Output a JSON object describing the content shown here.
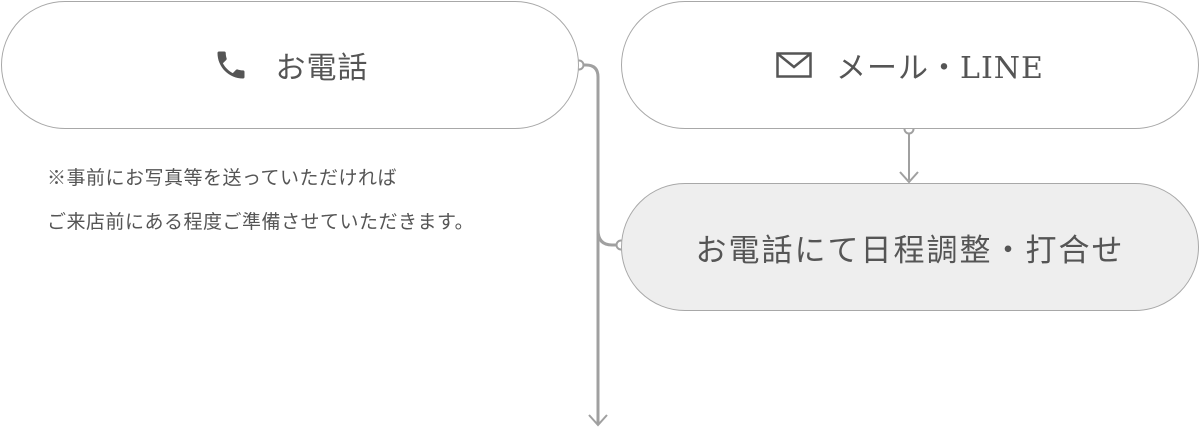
{
  "phone_button": {
    "icon": "phone-icon",
    "label": "お電話"
  },
  "mail_button": {
    "icon": "envelope-icon",
    "label": "メール・LINE"
  },
  "phone_note": {
    "line1": "※事前にお写真等を送っていただければ",
    "line2": "ご来店前にある程度ご準備させていただきます。"
  },
  "schedule_box": {
    "label": "お電話にて日程調整・打合せ"
  },
  "colors": {
    "border": "#a8a8a8",
    "connector": "#a0a0a0",
    "text": "#555555",
    "highlight_fill": "#eeeeee"
  }
}
